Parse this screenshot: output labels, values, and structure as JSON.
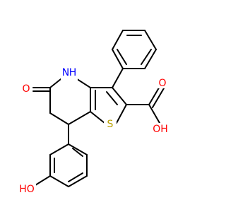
{
  "molecule": {
    "atoms": {
      "nh": {
        "text": "N",
        "subtext": "H",
        "color": "#0000ff"
      },
      "ketone_o": {
        "text": "O",
        "color": "#ff0000"
      },
      "sulfur": {
        "text": "S",
        "color": "#b8a000"
      },
      "acid_o": {
        "text": "O",
        "color": "#ff0000"
      },
      "acid_oh": {
        "text": "OH",
        "color": "#ff0000"
      },
      "phenol_oh": {
        "text": "HO",
        "color": "#ff0000"
      }
    },
    "bond_color": "#000000"
  }
}
